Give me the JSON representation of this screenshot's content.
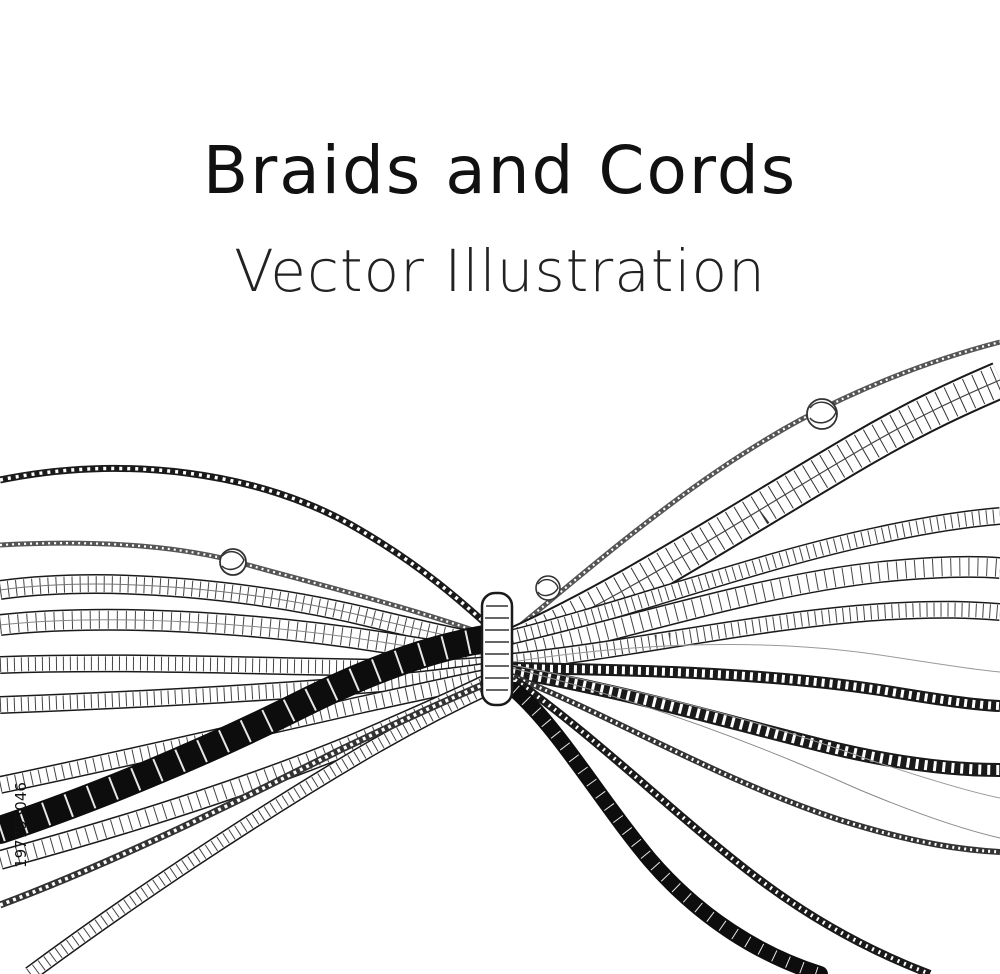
{
  "illustration": {
    "title": "Braids and Cords",
    "subtitle": "Vector Illustration",
    "stock_id": "197795046",
    "colors": {
      "background": "#ffffff",
      "line": "#1a1a1a",
      "thin_line": "#5a5a5a",
      "dark_cord": "#0d0d0d"
    }
  }
}
